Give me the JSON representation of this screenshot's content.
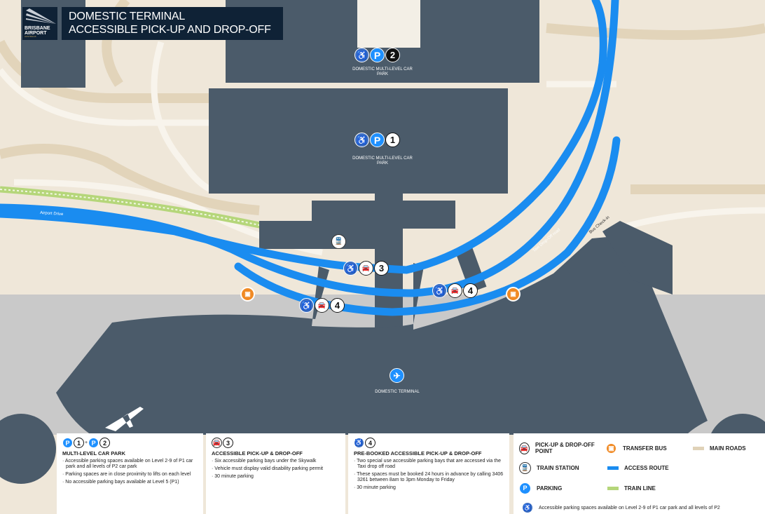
{
  "header": {
    "logo_text": "BRISBANE AIRPORT",
    "logo_subtext": "AUSTRALIA",
    "title_line1": "DOMESTIC TERMINAL",
    "title_line2": "ACCESSIBLE PICK-UP AND DROP-OFF"
  },
  "colors": {
    "building": "#4b5b6a",
    "access_route": "#1a8cf0",
    "main_roads": "#e0d2b8",
    "train_line": "#b5d67a",
    "transfer_bus": "#f08a24",
    "parking": "#1e90ff",
    "background": "#efe7d9"
  },
  "map": {
    "car_park_p2": {
      "number": "2",
      "label": "DOMESTIC MULTI-LEVEL CAR PARK"
    },
    "car_park_p1": {
      "number": "1",
      "label": "DOMESTIC MULTI-LEVEL CAR PARK"
    },
    "terminal_label": "DOMESTIC TERMINAL",
    "road_airport_drive": "Airport Drive",
    "road_taxi": "Taxi Drop-Off road",
    "road_bus": "Bus Check-in",
    "point_3": "3",
    "point_4a": "4",
    "point_4b": "4",
    "parking_letter": "P"
  },
  "panels": {
    "car_park": {
      "badge": [
        "1",
        "+",
        "2"
      ],
      "title": "MULTI-LEVEL CAR PARK",
      "items": [
        "Accessible parking spaces available on Level 2-9 of P1 car park and all levels of P2 car park",
        "Parking spaces are in close proximity to lifts on each level",
        "No accessible parking bays available at Level 5 (P1)"
      ]
    },
    "pickup": {
      "badge": "3",
      "title": "ACCESSIBLE PICK-UP & DROP-OFF",
      "items": [
        "Six accessible parking bays under the Skywalk",
        "Vehicle must display valid disability parking permit",
        "30 minute parking"
      ]
    },
    "prebooked": {
      "badge": "4",
      "title": "PRE-BOOKED ACCESSIBLE PICK-UP & DROP-OFF",
      "items": [
        "Two special use accessible parking bays that are accessed via the Taxi drop off road",
        "These spaces must be booked 24 hours in advance by calling 3406 3261 between 8am to 3pm Monday to Friday",
        "30 minute parking"
      ]
    }
  },
  "legend": {
    "pickup": "PICK-UP & DROP-OFF POINT",
    "train_station": "TRAIN STATION",
    "parking": "PARKING",
    "transfer_bus": "TRANSFER BUS",
    "access_route": "ACCESS ROUTE",
    "train_line": "TRAIN LINE",
    "main_roads": "MAIN ROADS",
    "accessible_note": "Accessible parking spaces available on Level 2-9 of P1 car park and all levels of P2"
  }
}
